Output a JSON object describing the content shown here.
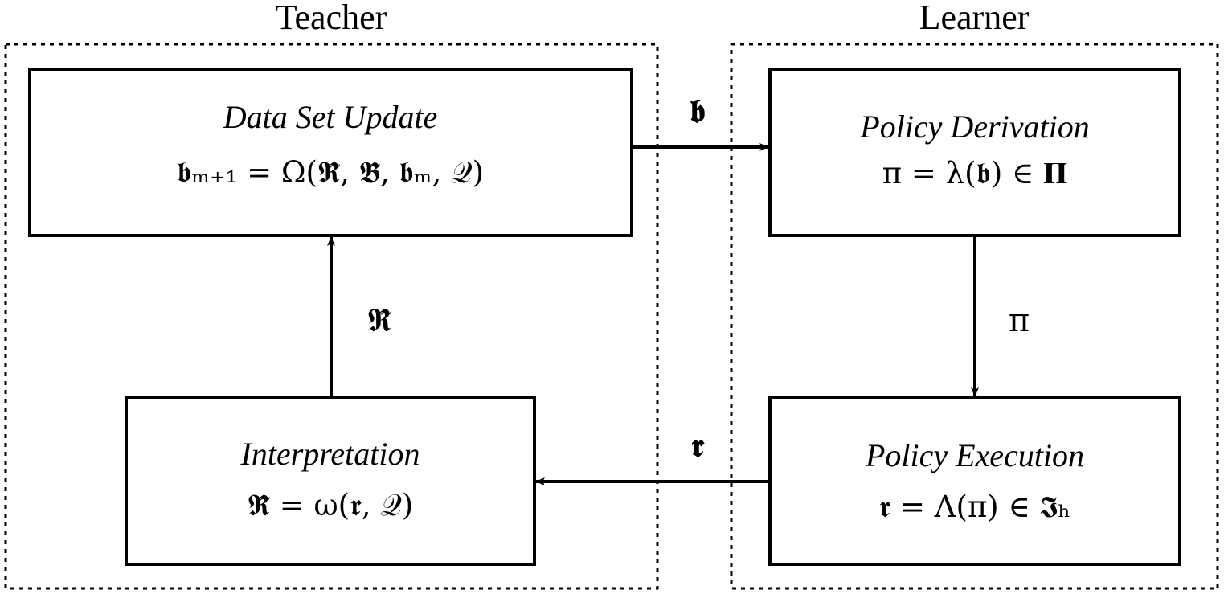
{
  "groups": {
    "teacher": {
      "label": "Teacher"
    },
    "learner": {
      "label": "Learner"
    }
  },
  "nodes": {
    "data_set_update": {
      "title": "Data Set Update",
      "formula": "𝖇ₘ₊₁ = Ω(𝕽̃, 𝕭̃, 𝖇ₘ, 𝒬)"
    },
    "policy_derivation": {
      "title": "Policy Derivation",
      "formula": "π = λ(𝖇) ∈ 𝚷"
    },
    "interpretation": {
      "title": "Interpretation",
      "formula": "𝕽̃ = ω(𝖗, 𝒬)"
    },
    "policy_execution": {
      "title": "Policy Execution",
      "formula": "𝖗 = Λ(π) ∈ 𝕴ₕ"
    }
  },
  "edges": {
    "b_label": "𝖇",
    "pi_label": "π",
    "r_label": "𝖗",
    "rtilde_label": "𝕽̃"
  }
}
